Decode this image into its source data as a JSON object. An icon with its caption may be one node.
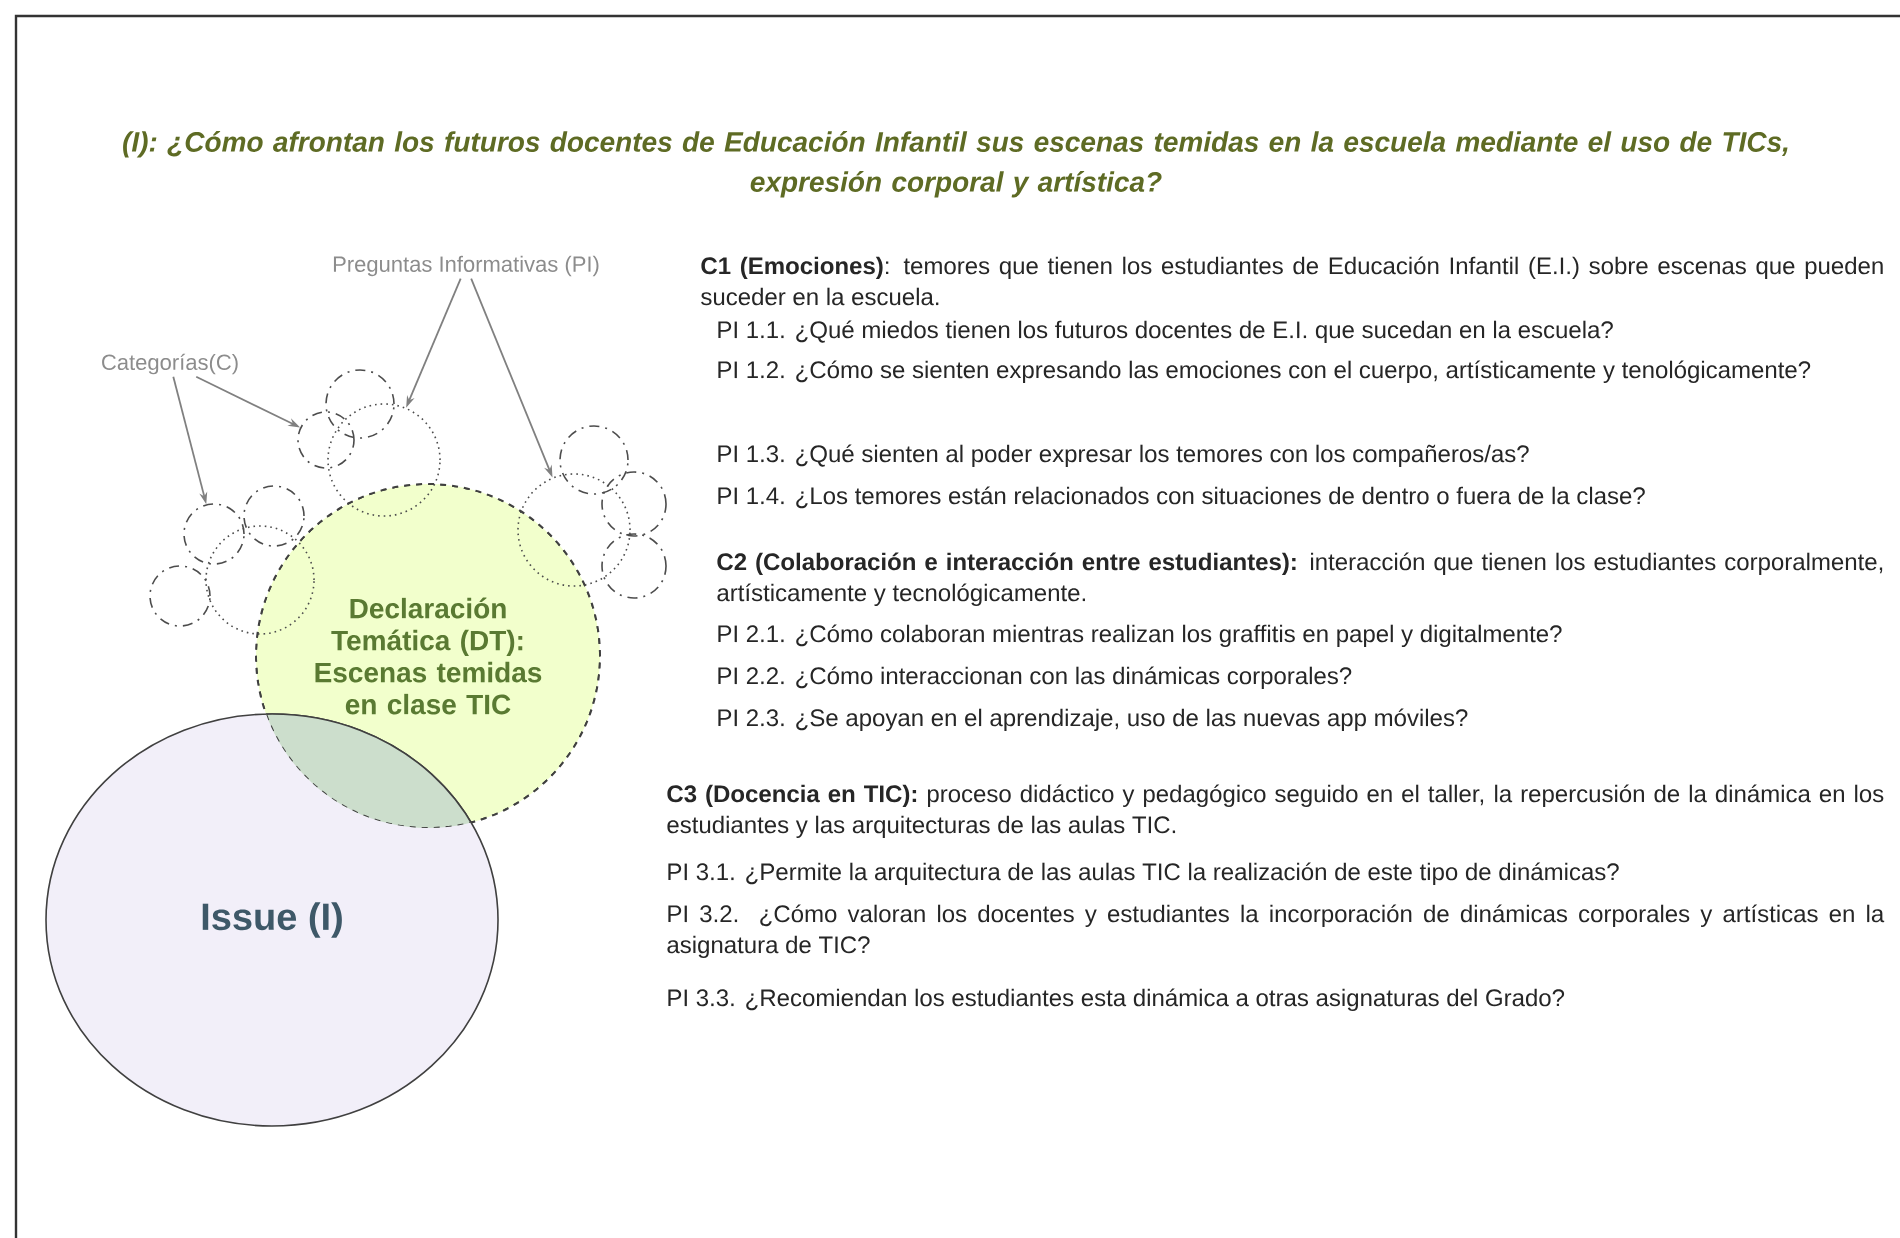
{
  "diagram": {
    "title": "(I): ¿Cómo afrontan los futuros docentes de Educación Infantil sus escenas temidas en la escuela mediante el uso de TICs, expresión corporal y artística?",
    "nodes": [
      {
        "text": [
          "Preguntas Informativas (PI)"
        ]
      },
      {
        "text": [
          "Categorías(C)"
        ]
      },
      {
        "text": [
          "Declaración Temática (DT): Escenas temidas en clase TIC"
        ]
      },
      {
        "text": [
          "Issue (I)"
        ]
      },
      {
        "text": [],
        "shape": "circle"
      },
      {
        "text": [],
        "shape": "circle"
      },
      {
        "text": [],
        "shape": "circle"
      },
      {
        "text": [],
        "shape": "circle"
      },
      {
        "text": [],
        "shape": "circle"
      },
      {
        "text": [],
        "shape": "circle"
      },
      {
        "text": [],
        "shape": "circle"
      },
      {
        "text": [],
        "shape": "circle"
      },
      {
        "text": [],
        "shape": "circle"
      },
      {
        "text": [],
        "shape": "circle"
      },
      {
        "text": [],
        "shape": "circle"
      }
    ],
    "edges": [
      {
        "from": 0,
        "to": 5,
        "arrow": "to"
      },
      {
        "from": 0,
        "to": 6,
        "arrow": "to"
      },
      {
        "from": 1,
        "to": 10,
        "arrow": "to"
      },
      {
        "from": 1,
        "to": 8,
        "arrow": "to"
      }
    ],
    "labels": [
      "**C1 (Emociones)**: temores que tienen los estudiantes de Educación Infantil (E.I.) sobre escenas que pueden suceder en la escuela.",
      "PI 1.1. ¿Qué miedos tienen los futuros docentes de E.I. que sucedan en la escuela?",
      "PI 1.2. ¿Cómo se sienten expresando las emociones con el cuerpo, artísticamente y tenológicamente?",
      "PI 1.3. ¿Qué sienten al poder expresar los temores con los compañeros/as?",
      "PI 1.4. ¿Los temores están relacionados con situaciones de dentro o fuera de la clase?",
      "**C2 (Colaboración e interacción entre estudiantes):** interacción que tienen los estudiantes corporalmente, artísticamente y tecnológicamente.",
      "PI 2.1. ¿Cómo colaboran mientras realizan los graffitis en papel y digitalmente?",
      "PI 2.2. ¿Cómo interaccionan con las dinámicas corporales?",
      "PI 2.3. ¿Se apoyan en el aprendizaje, uso de las nuevas app móviles?",
      "**C3 (Docencia en TIC):** proceso didáctico y pedagógico seguido en el taller, la repercusión de la dinámica en los estudiantes y las arquitecturas de las aulas TIC.",
      "PI 3.1. ¿Permite la arquitectura de las aulas TIC la realización de este tipo de dinámicas?",
      "PI 3.2. ¿Cómo valoran los docentes y estudiantes la incorporación de dinámicas corporales y artísticas en la asignatura de TIC?",
      "PI 3.3. ¿Recomiendan los estudiantes esta dinámica a otras asignaturas del Grado?"
    ]
  }
}
